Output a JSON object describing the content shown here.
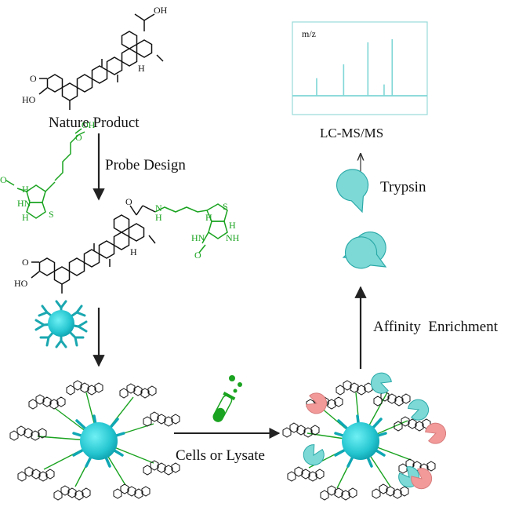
{
  "labels": {
    "nature_product": "Nature Product",
    "probe_design": "Probe Design",
    "cells_or_lysate": "Cells or Lysate",
    "affinity_enrichment": "Affinity  Enrichment",
    "trypsin": "Trypsin",
    "lcmsms": "LC-MS/MS",
    "spectrum_axis": "m/z"
  },
  "structure_labels": {
    "carboxyl": "OH",
    "ketone_o": "O",
    "hydroxyl": "HO",
    "h_stereo": "H",
    "probe_ketone_o": "O",
    "probe_hydroxyl": "HO",
    "probe_h": "H",
    "amide_o": "O",
    "amide_nh": "N",
    "amide_h": "H",
    "biotin_s": "S",
    "biotin_hn": "HN",
    "biotin_nh": "NH",
    "biotin_o": "O",
    "biotin_h1": "H",
    "biotin_h2": "H",
    "free_biotin_oh": "OH",
    "free_biotin_o": "O",
    "free_biotin_hn": "HN",
    "free_biotin_o2": "O",
    "free_biotin_s": "S",
    "free_biotin_h1": "H",
    "free_biotin_h2": "H"
  },
  "colors": {
    "bead": "#2ec8d2",
    "bead_dark": "#0fa7b4",
    "linker_green": "#1aa320",
    "protein_teal": "#7dd9d6",
    "protein_pink": "#f29a9a",
    "arrow": "#222222",
    "spectrum": "#7fd6d6"
  },
  "spectrum_peaks": [
    {
      "mz": 0.18,
      "intensity": 0.28
    },
    {
      "mz": 0.38,
      "intensity": 0.5
    },
    {
      "mz": 0.56,
      "intensity": 0.85
    },
    {
      "mz": 0.68,
      "intensity": 0.18
    },
    {
      "mz": 0.74,
      "intensity": 0.9
    }
  ]
}
